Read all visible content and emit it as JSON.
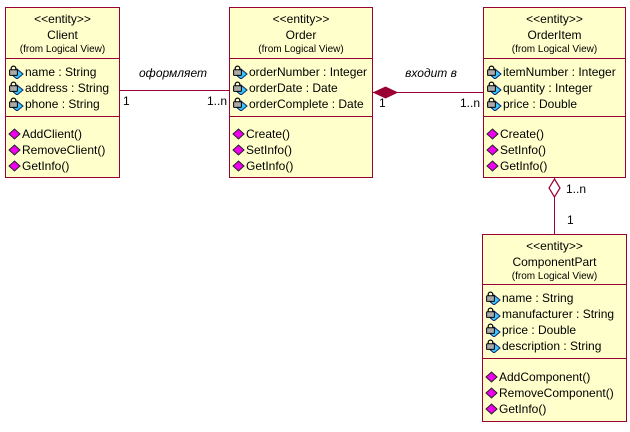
{
  "diagram": {
    "colors": {
      "box_fill": "#FFFFCC",
      "box_border": "#990033",
      "line": "#990033",
      "attribute_icon": "#33CCFF",
      "operation_icon": "#EE00EE"
    },
    "classes": [
      {
        "stereotype": "<<entity>>",
        "name": "Client",
        "package": "(from Logical View)",
        "attributes": [
          "name : String",
          "address : String",
          "phone : String"
        ],
        "operations": [
          "AddClient()",
          "RemoveClient()",
          "GetInfo()"
        ]
      },
      {
        "stereotype": "<<entity>>",
        "name": "Order",
        "package": "(from Logical View)",
        "attributes": [
          "orderNumber : Integer",
          "orderDate : Date",
          "orderComplete : Date"
        ],
        "operations": [
          "Create()",
          "SetInfo()",
          "GetInfo()"
        ]
      },
      {
        "stereotype": "<<entity>>",
        "name": "OrderItem",
        "package": "(from Logical View)",
        "attributes": [
          "itemNumber : Integer",
          "quantity : Integer",
          "price : Double"
        ],
        "operations": [
          "Create()",
          "SetInfo()",
          "GetInfo()"
        ]
      },
      {
        "stereotype": "<<entity>>",
        "name": "ComponentPart",
        "package": "(from Logical View)",
        "attributes": [
          "name : String",
          "manufacturer : String",
          "price : Double",
          "description : String"
        ],
        "operations": [
          "AddComponent()",
          "RemoveComponent()",
          "GetInfo()"
        ]
      }
    ],
    "associations": [
      {
        "label": "оформляет",
        "type": "association",
        "from_class": "Client",
        "to_class": "Order",
        "mult_from": "1",
        "mult_to": "1..n"
      },
      {
        "label": "входит в",
        "type": "composition",
        "from_class": "Order",
        "to_class": "OrderItem",
        "mult_from": "1",
        "mult_to": "1..n"
      },
      {
        "label": "",
        "type": "aggregation",
        "from_class": "OrderItem",
        "to_class": "ComponentPart",
        "mult_from": "1..n",
        "mult_to": "1"
      }
    ]
  }
}
